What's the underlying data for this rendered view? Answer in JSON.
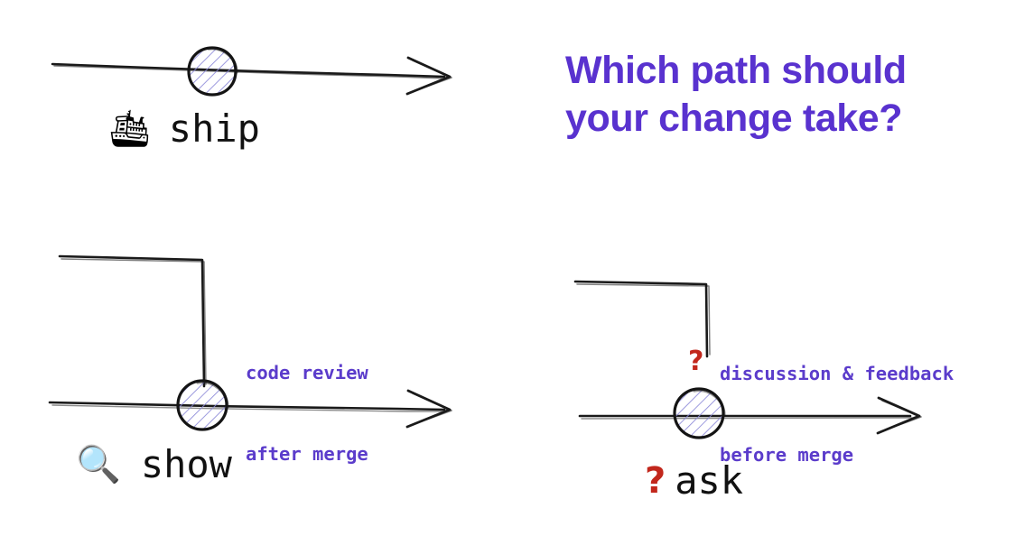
{
  "title": {
    "line1": "Which path should",
    "line2": "your change take?",
    "color": "#5932cf"
  },
  "colors": {
    "accent_purple": "#5932cf",
    "annotation_purple": "#5b3ccb",
    "ink_black": "#1a1a1a",
    "alert_red": "#c2271c",
    "node_hatch": "#8b88d8",
    "background": "#ffffff"
  },
  "paths": [
    {
      "id": "ship",
      "label_icon": "🛳",
      "label_icon_name": "ship-emoji",
      "label_text": "ship",
      "annotation": null,
      "has_branch": false,
      "branch_connected": null,
      "query_mark": null
    },
    {
      "id": "show",
      "label_icon": "🔍",
      "label_icon_name": "magnifying-glass-emoji",
      "label_text": "show",
      "annotation": {
        "line1": "code review",
        "line2": "after merge"
      },
      "has_branch": true,
      "branch_connected": true,
      "query_mark": null
    },
    {
      "id": "ask",
      "label_icon": "?",
      "label_icon_name": "question-mark-glyph",
      "label_text": "ask",
      "annotation": {
        "line1": "discussion & feedback",
        "line2": "before merge"
      },
      "has_branch": true,
      "branch_connected": false,
      "query_mark": "?"
    }
  ],
  "diagram_data": {
    "type": "diagram",
    "style": "hand-drawn-sketch",
    "description": "Three git-style timeline diagrams comparing change workflows",
    "timelines": [
      {
        "name": "ship",
        "mainline": "straight arrow left-to-right",
        "commit_nodes": 1,
        "branch": "none"
      },
      {
        "name": "show",
        "mainline": "straight arrow left-to-right",
        "commit_nodes": 1,
        "branch": "branch rises from merged commit then runs left (review after merge)"
      },
      {
        "name": "ask",
        "mainline": "straight arrow left-to-right",
        "commit_nodes": 1,
        "branch": "branch hangs above commit, detached (discussion before merge)"
      }
    ]
  }
}
